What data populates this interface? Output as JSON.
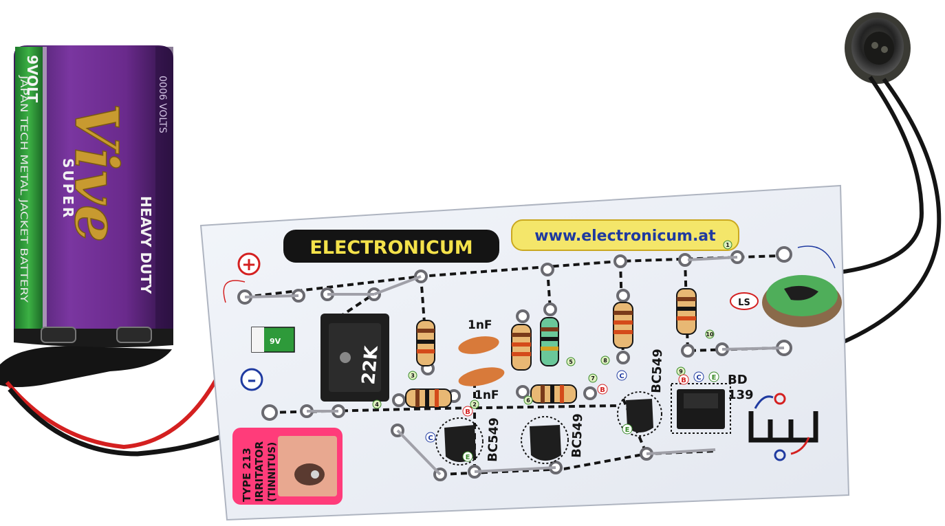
{
  "battery": {
    "voltage": "9VOLT",
    "brand": "Vive",
    "grade": "SUPER",
    "duty": "HEAVY DUTY",
    "maker_line": "JAPAN TECH METAL JACKET BATTERY",
    "series": "0006 VOLTS",
    "colors": {
      "wrap": "#6a2a8c",
      "stripe": "#2e9a3a",
      "gold": "#b48a2a"
    }
  },
  "board": {
    "brand": "ELECTRONICUM",
    "website": "www.electronicum.at",
    "plus_symbol": "+",
    "minus_symbol": "–",
    "speaker_label": "LS",
    "pot_value": "22K",
    "cap_top": "1nF",
    "cap_bottom": "1nF",
    "transistors": [
      "BC549",
      "BC549",
      "BC549"
    ],
    "power_transistor": [
      "BD",
      "139"
    ],
    "mini_battery": "9V",
    "kit_type": "TYPE 213",
    "kit_name": "IRRITATOR",
    "kit_subtitle": "(TINNITUS)",
    "pin_numbers": [
      "1",
      "2",
      "3",
      "4",
      "5",
      "6",
      "7",
      "8",
      "9",
      "10"
    ],
    "pin_letters": [
      "B",
      "C",
      "E"
    ],
    "colors": {
      "board": "#eef2f8",
      "wire": "#a0a0a8",
      "red": "#d42020",
      "yellow": "#f4e66a",
      "pink": "#ff3c7a"
    }
  }
}
